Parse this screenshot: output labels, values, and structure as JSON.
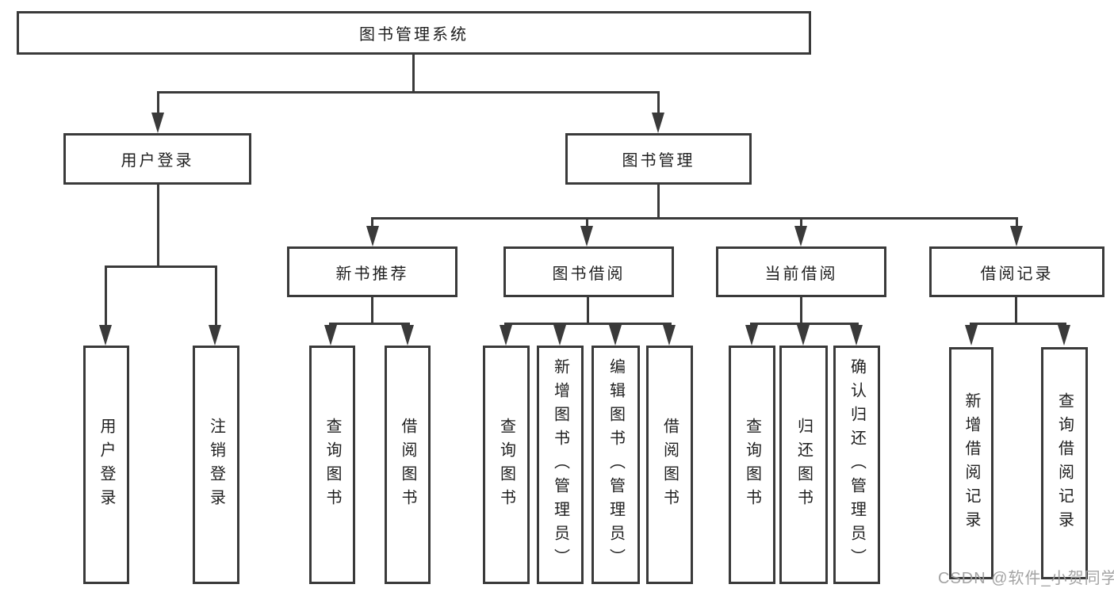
{
  "diagram": {
    "type": "hierarchy-tree",
    "root": {
      "label": "图书管理系统"
    },
    "children": [
      {
        "label": "用户登录",
        "children": [
          {
            "label": "用户登录"
          },
          {
            "label": "注销登录"
          }
        ]
      },
      {
        "label": "图书管理",
        "children": [
          {
            "label": "新书推荐",
            "children": [
              {
                "label": "查询图书"
              },
              {
                "label": "借阅图书"
              }
            ]
          },
          {
            "label": "图书借阅",
            "children": [
              {
                "label": "查询图书"
              },
              {
                "label": "新增图书（管理员）"
              },
              {
                "label": "编辑图书（管理员）"
              },
              {
                "label": "借阅图书"
              }
            ]
          },
          {
            "label": "当前借阅",
            "children": [
              {
                "label": "查询图书"
              },
              {
                "label": "归还图书"
              },
              {
                "label": "确认归还（管理员）"
              }
            ]
          },
          {
            "label": "借阅记录",
            "children": [
              {
                "label": "新增借阅记录"
              },
              {
                "label": "查询借阅记录"
              }
            ]
          }
        ]
      }
    ]
  },
  "watermark": {
    "text": "CSDN @软件_小贺同学",
    "color": "#9e9e9e"
  },
  "colors": {
    "background": "#ffffff",
    "line": "#3a3a3a",
    "box_border": "#3a3a3a",
    "text": "#1f1f1f"
  }
}
